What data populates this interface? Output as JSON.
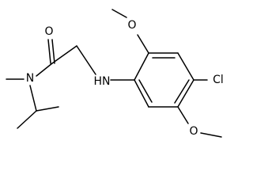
{
  "molecule": {
    "atoms": {
      "oxygen_carbonyl": "O",
      "nitrogen_amide": "N",
      "nitrogen_amine": "HN",
      "oxygen_methoxy_top": "O",
      "oxygen_methoxy_bottom": "O",
      "chlorine": "Cl"
    }
  }
}
